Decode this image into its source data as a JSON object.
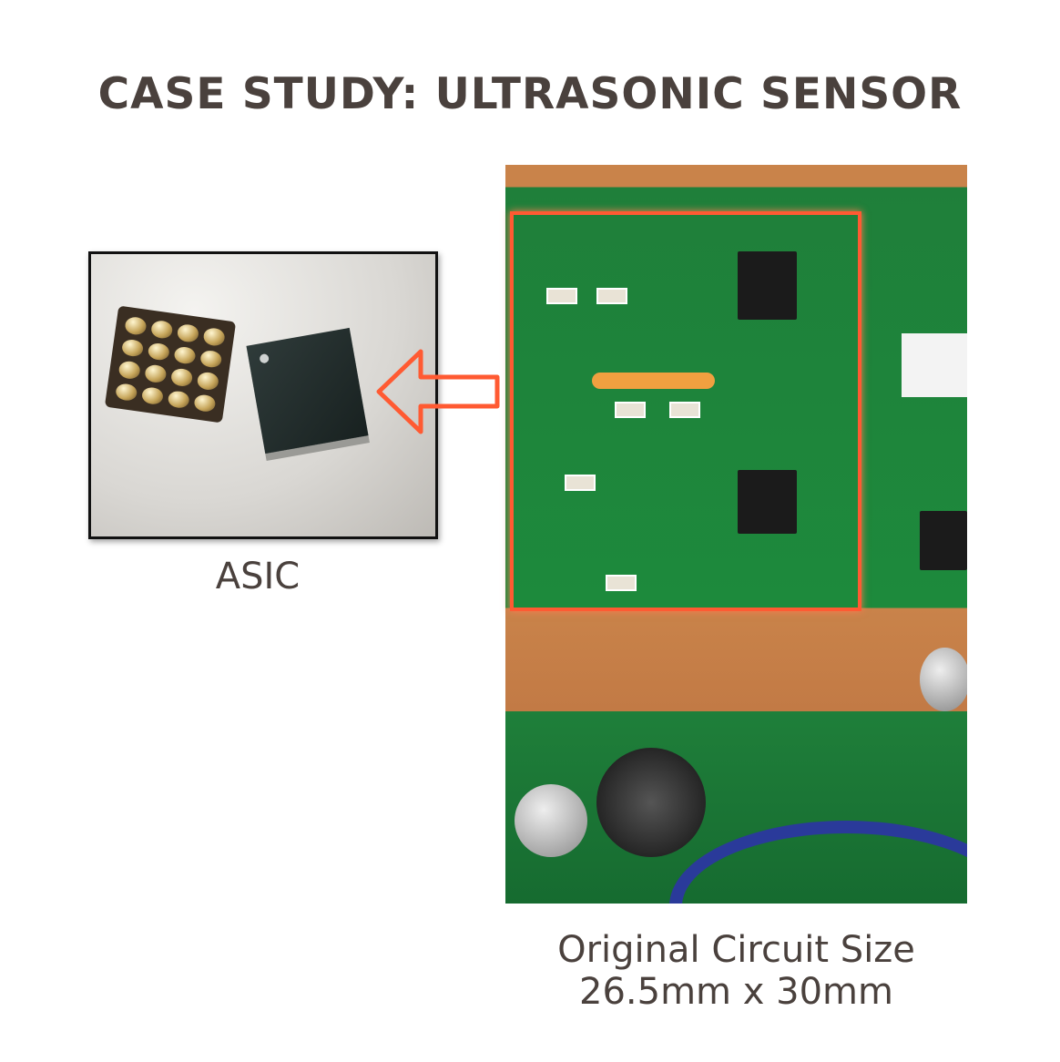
{
  "title": "CASE STUDY: ULTRASONIC SENSOR",
  "left_image": {
    "label": "ASIC"
  },
  "right_image": {
    "caption_line1": "Original Circuit Size",
    "caption_line2": "26.5mm x 30mm"
  },
  "colors": {
    "title": "#4a413d",
    "highlight": "#ff5a32",
    "pcb": "#1d8a3c"
  }
}
